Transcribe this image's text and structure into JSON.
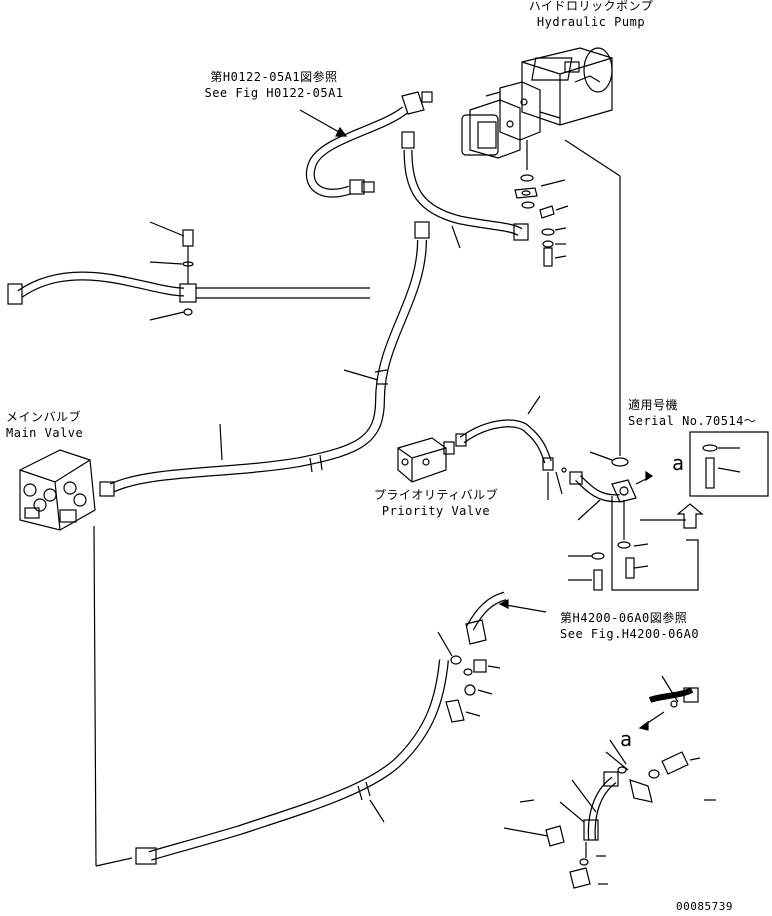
{
  "labels": {
    "hydraulic_pump_jp": "ハイドロリックポンプ",
    "hydraulic_pump_en": "Hydraulic Pump",
    "fig_ref1_jp": "第H0122-05A1図参照",
    "fig_ref1_en": "See Fig H0122-05A1",
    "main_valve_jp": "メインバルブ",
    "main_valve_en": "Main Valve",
    "priority_valve_jp": "プライオリティバルブ",
    "priority_valve_en": "Priority Valve",
    "serial_jp": "適用号機",
    "serial_en": "Serial No.70514～",
    "fig_ref2_jp": "第H4200-06A0図参照",
    "fig_ref2_en": "See Fig.H4200-06A0",
    "detail_a_upper": "a",
    "detail_a_lower": "a",
    "drawing_number": "00085739"
  }
}
